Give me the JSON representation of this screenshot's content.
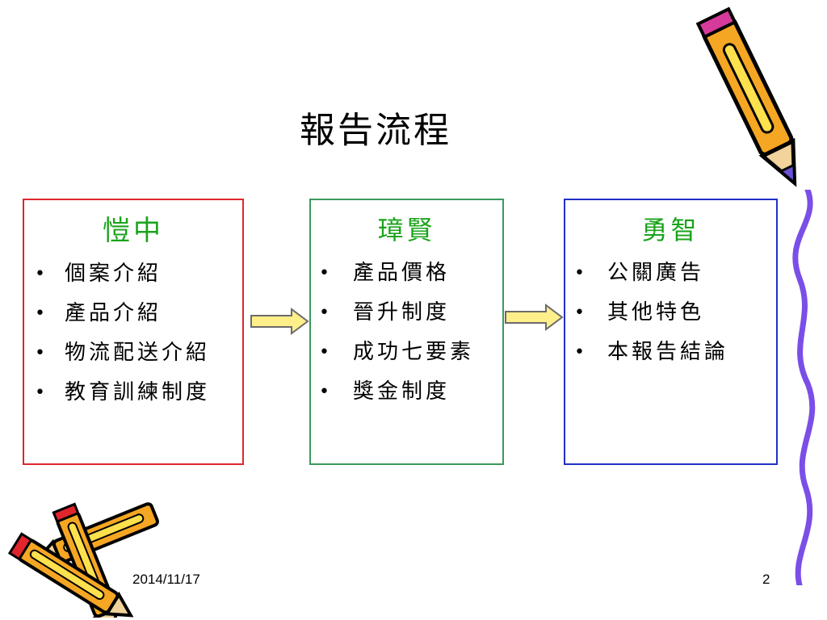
{
  "slide": {
    "title": "報告流程",
    "sections": [
      {
        "heading": "愷中",
        "color": "#e0262c",
        "items": [
          "個案介紹",
          "產品介紹",
          "物流配送介紹",
          "教育訓練制度"
        ]
      },
      {
        "heading": "璋賢",
        "color": "#3a9a5b",
        "items": [
          "產品價格",
          "晉升制度",
          "成功七要素",
          "獎金制度"
        ]
      },
      {
        "heading": "勇智",
        "color": "#2130c4",
        "items": [
          "公關廣告",
          "其他特色",
          "本報告結論"
        ]
      }
    ],
    "bullet": "•",
    "footer": {
      "date": "2014/11/17",
      "page": "2"
    },
    "icons": {
      "pencil_top_right": "pencil-icon",
      "pencils_bottom_left": "crossed-pencils-icon",
      "squiggle": "squiggle-line-icon",
      "arrow": "right-arrow-icon"
    }
  }
}
